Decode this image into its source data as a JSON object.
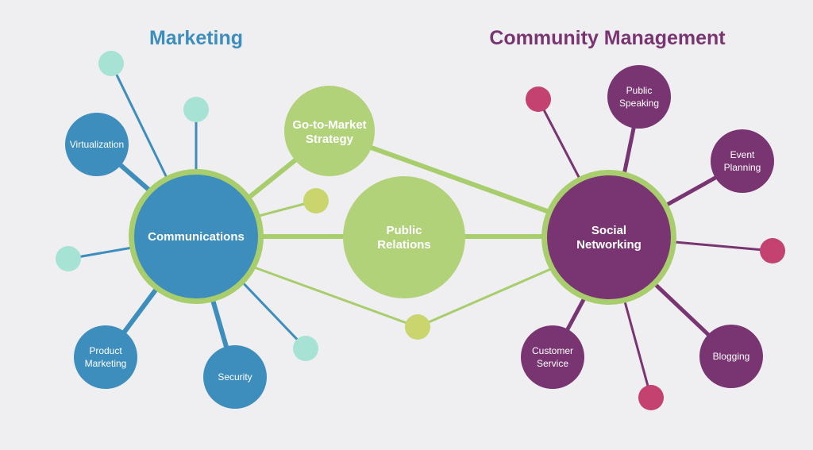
{
  "headings": {
    "marketing": "Marketing",
    "community": "Community Management"
  },
  "hubs": {
    "communications": [
      "Communications"
    ],
    "social_networking": [
      "Social",
      "Networking"
    ]
  },
  "center_nodes": {
    "go_to_market": [
      "Go-to-Market",
      "Strategy"
    ],
    "public_relations": [
      "Public",
      "Relations"
    ]
  },
  "marketing_nodes": {
    "virtualization": [
      "Virtualization"
    ],
    "product_marketing": [
      "Product",
      "Marketing"
    ],
    "security": [
      "Security"
    ]
  },
  "community_nodes": {
    "public_speaking": [
      "Public",
      "Speaking"
    ],
    "event_planning": [
      "Event",
      "Planning"
    ],
    "customer_service": [
      "Customer",
      "Service"
    ],
    "blogging": [
      "Blogging"
    ]
  },
  "colors": {
    "marketing_blue": "#3d8dbd",
    "community_purple": "#793572",
    "green": "#b2d27a",
    "green_ring": "#a8cd6c",
    "olive_dot": "#cad66d",
    "mint_dot": "#a7e3d4",
    "magenta_dot": "#c3426f",
    "background": "#efeff1"
  }
}
